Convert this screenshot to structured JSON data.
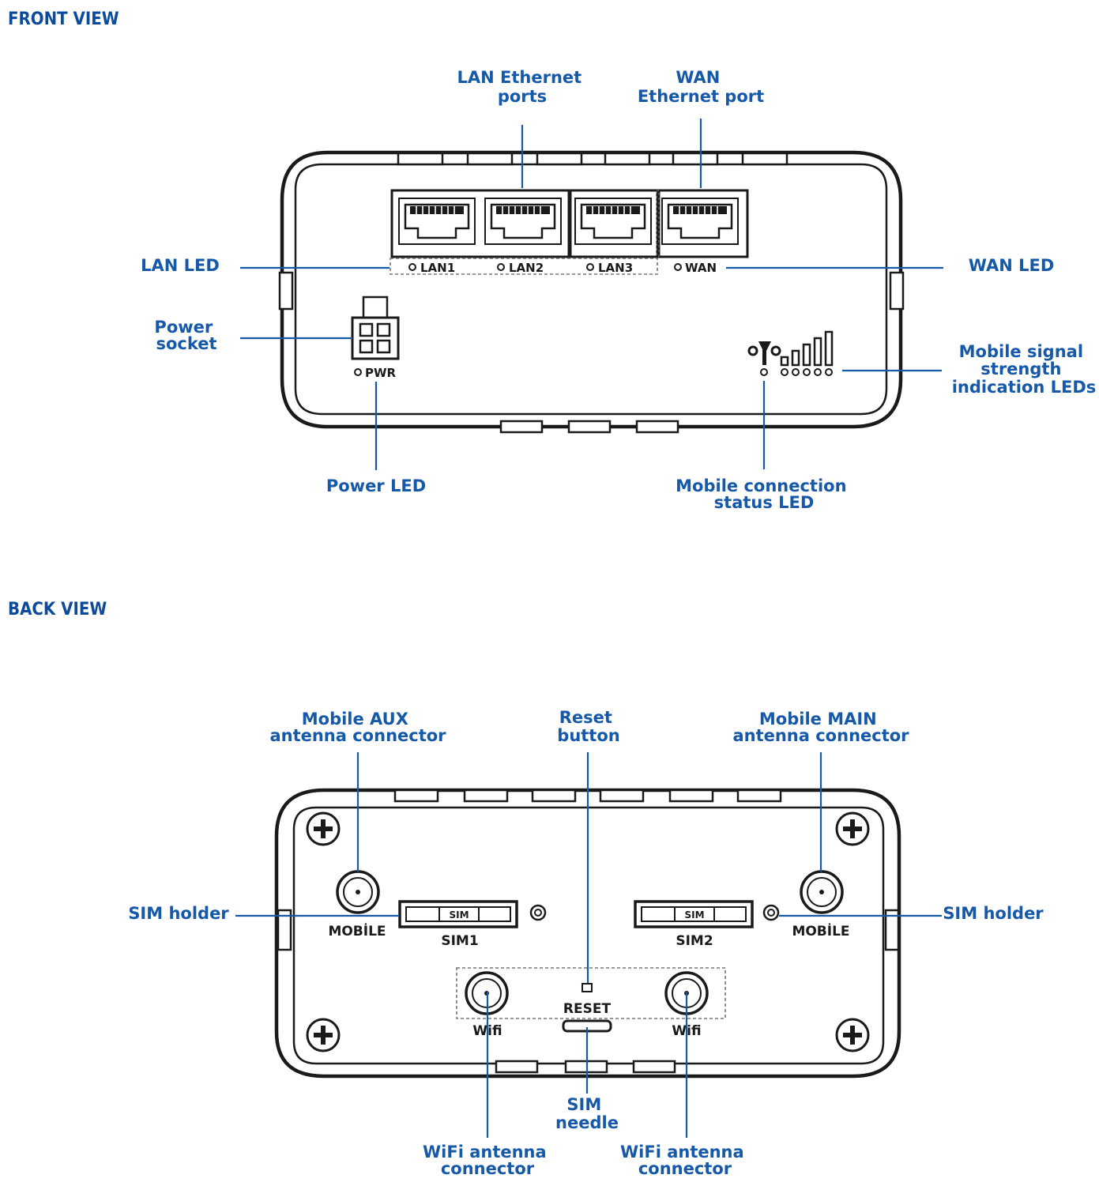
{
  "front_view": {
    "heading": "FRONT VIEW",
    "labels": {
      "lan_ports": [
        "LAN Ethernet",
        "ports"
      ],
      "wan_port": [
        "WAN",
        "Ethernet port"
      ],
      "lan_led": "LAN LED",
      "wan_led": "WAN LED",
      "power_socket": [
        "Power",
        "socket"
      ],
      "signal_leds": [
        "Mobile signal",
        "strength",
        "indication LEDs"
      ],
      "power_led": "Power LED",
      "mobile_status_led": [
        "Mobile connection",
        "status LED"
      ]
    },
    "device_markings": {
      "lan1": "LAN1",
      "lan2": "LAN2",
      "lan3": "LAN3",
      "wan": "WAN",
      "pwr": "PWR"
    }
  },
  "back_view": {
    "heading": "BACK VIEW",
    "labels": {
      "mobile_aux": [
        "Mobile AUX",
        "antenna connector"
      ],
      "reset_button": [
        "Reset",
        "button"
      ],
      "mobile_main": [
        "Mobile MAIN",
        "antenna connector"
      ],
      "sim_holder_left": "SIM holder",
      "sim_holder_right": "SIM holder",
      "sim_needle": [
        "SIM",
        "needle"
      ],
      "wifi_left": [
        "WiFi antenna",
        "connector"
      ],
      "wifi_right": [
        "WiFi antenna",
        "connector"
      ]
    },
    "device_markings": {
      "mobile_left": "MOBİLE",
      "mobile_right": "MOBİLE",
      "sim_tag": "SIM",
      "sim1": "SIM1",
      "sim2": "SIM2",
      "reset": "RESET",
      "wifi_left": "Wifi",
      "wifi_right": "Wifi"
    }
  }
}
